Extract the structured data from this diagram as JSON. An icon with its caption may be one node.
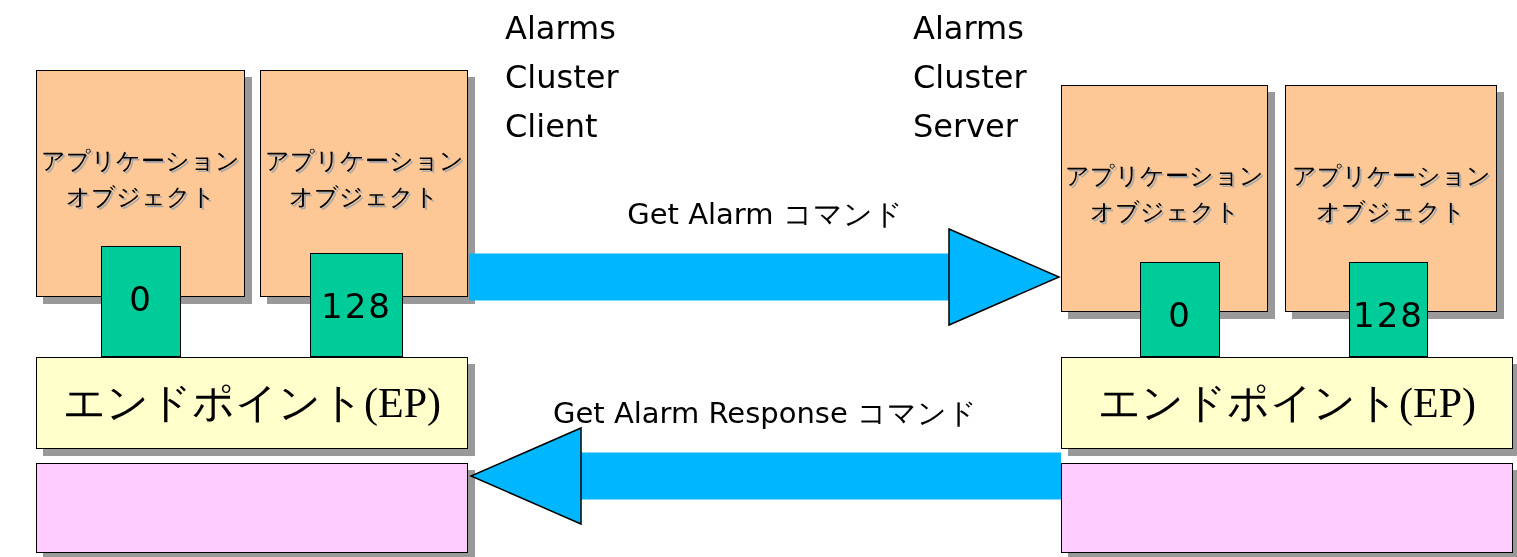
{
  "diagram": {
    "nodes": [
      {
        "text": [
          "アプリケーションオブジェクト"
        ]
      },
      {
        "text": [
          "アプリケーションオブジェクト"
        ]
      },
      {
        "text": [
          "0"
        ]
      },
      {
        "text": [
          "128"
        ]
      },
      {
        "text": [
          "エンドポイント(EP)"
        ]
      },
      {
        "text": [],
        "shape": "box"
      },
      {
        "text": [
          "アプリケーションオブジェクト"
        ]
      },
      {
        "text": [
          "アプリケーションオブジェクト"
        ]
      },
      {
        "text": [
          "0"
        ]
      },
      {
        "text": [
          "128"
        ]
      },
      {
        "text": [
          "エンドポイント(EP)"
        ]
      },
      {
        "text": [],
        "shape": "box"
      }
    ],
    "edges": [
      {
        "from": 1,
        "to": 6,
        "arrow": "to",
        "label": "Get Alarm コマンド"
      },
      {
        "from": 11,
        "to": 5,
        "arrow": "to",
        "label": "Get Alarm Response コマンド"
      }
    ],
    "labels": [
      "Alarms Cluster Client",
      "Alarms Cluster Server"
    ]
  }
}
